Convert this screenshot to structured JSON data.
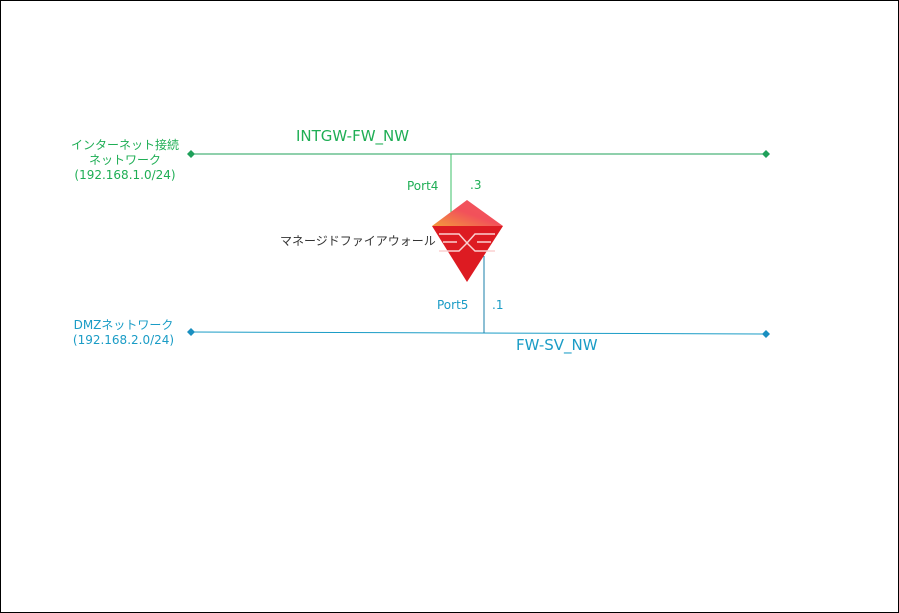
{
  "networks": [
    {
      "name": "INTGW-FW_NW",
      "label_line1": "インターネット接続",
      "label_line2": "ネットワーク",
      "subnet": "(192.168.1.0/24)",
      "color": "#1fae55"
    },
    {
      "name": "FW-SV_NW",
      "label_line1": "DMZネットワーク",
      "subnet": "(192.168.2.0/24)",
      "color": "#1a9cc6"
    }
  ],
  "device": {
    "name": "マネージドファイアウォール",
    "icon": "firewall-diamond-icon"
  },
  "ports": [
    {
      "name": "Port4",
      "address": ".3"
    },
    {
      "name": "Port5",
      "address": ".1"
    }
  ]
}
